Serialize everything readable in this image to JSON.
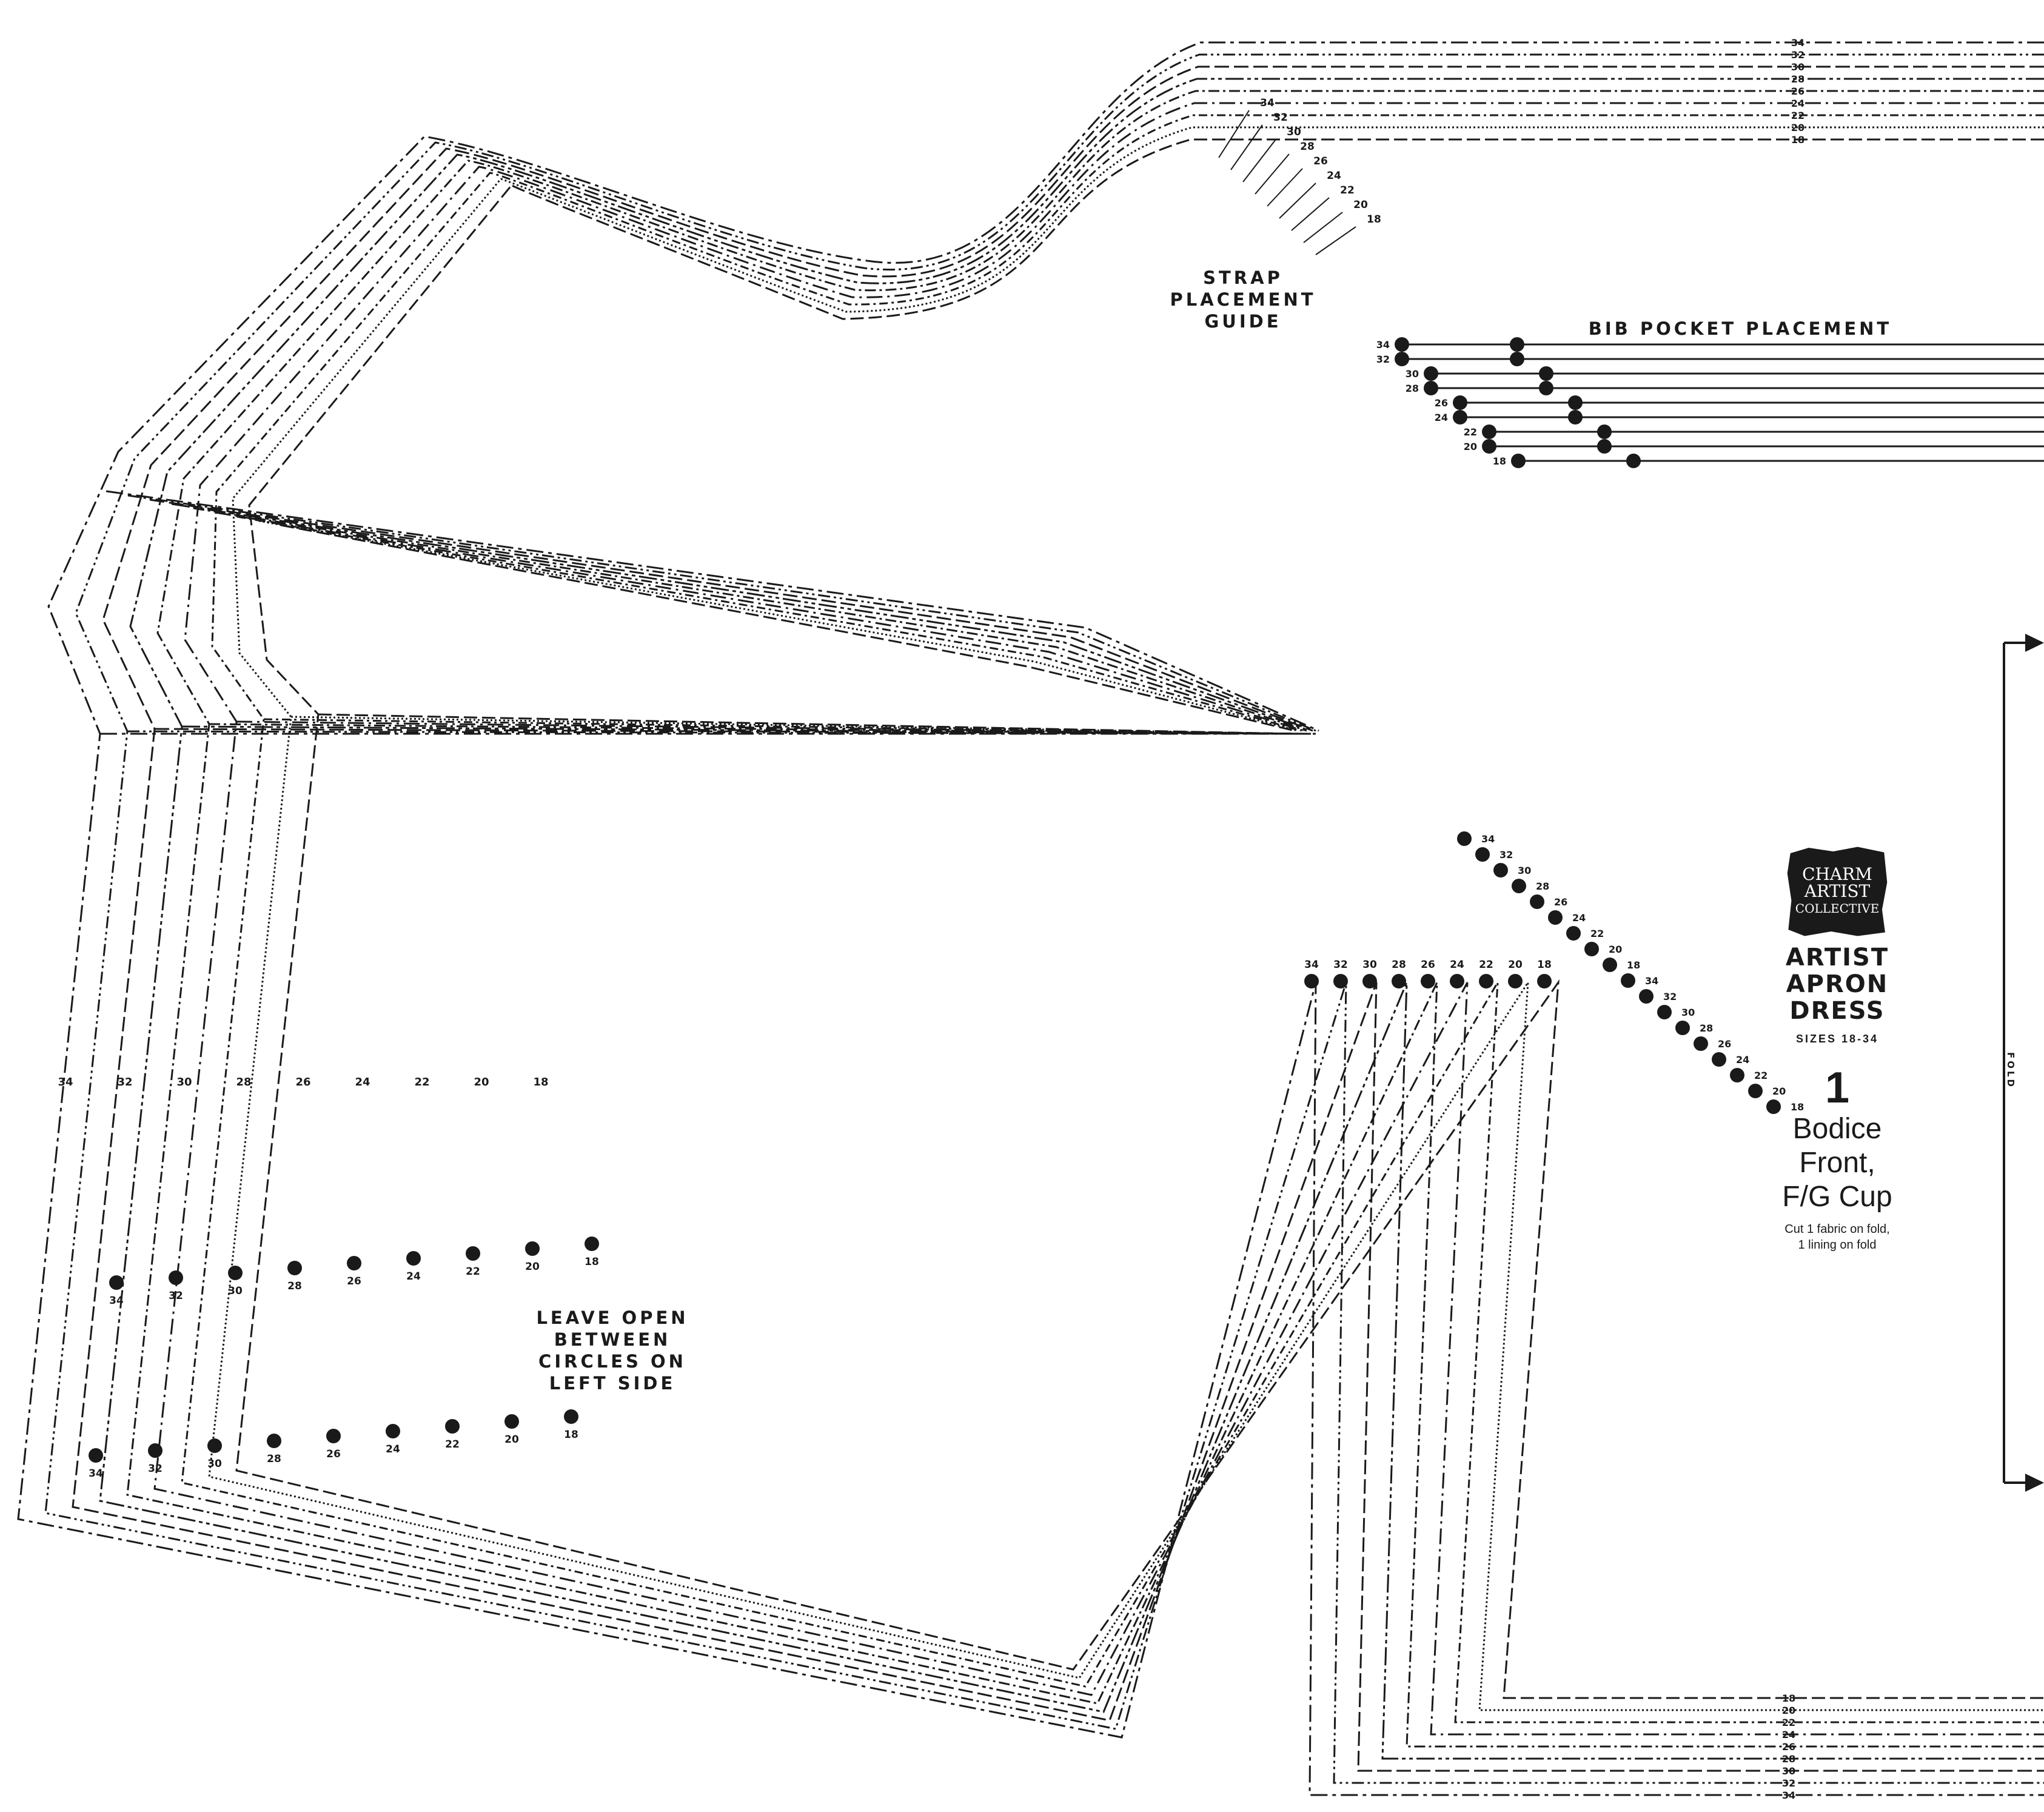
{
  "labels": {
    "strap_guide": [
      "STRAP",
      "PLACEMENT",
      "GUIDE"
    ],
    "bib_pocket": "BIB POCKET PLACEMENT",
    "leave_open": [
      "LEAVE OPEN",
      "BETWEEN",
      "CIRCLES ON",
      "LEFT SIDE"
    ],
    "fold": "FOLD"
  },
  "title_block": {
    "logo": [
      "CHARM",
      "ARTIST",
      "COLLECTIVE"
    ],
    "name": [
      "ARTIST",
      "APRON",
      "DRESS"
    ],
    "sizes": "SIZES 18-34",
    "piece_number": "1",
    "piece_name": [
      "Bodice",
      "Front,",
      "F/G Cup"
    ],
    "cut": [
      "Cut 1 fabric on fold,",
      "1 lining on fold"
    ]
  },
  "sizes": [
    "34",
    "32",
    "30",
    "28",
    "26",
    "24",
    "22",
    "20",
    "18"
  ],
  "inner_dot_sizes": [
    "34",
    "32",
    "30",
    "28",
    "26",
    "24",
    "22",
    "20",
    "18"
  ],
  "bib_label_order": [
    "34",
    "32",
    "30",
    "28",
    "26",
    "24",
    "22",
    "20",
    "18"
  ],
  "upper_dot_labels": [
    "34",
    "32",
    "30",
    "28",
    "26",
    "24",
    "22",
    "20",
    "18",
    "34",
    "32",
    "30",
    "28",
    "26",
    "24",
    "22",
    "20",
    "18"
  ]
}
